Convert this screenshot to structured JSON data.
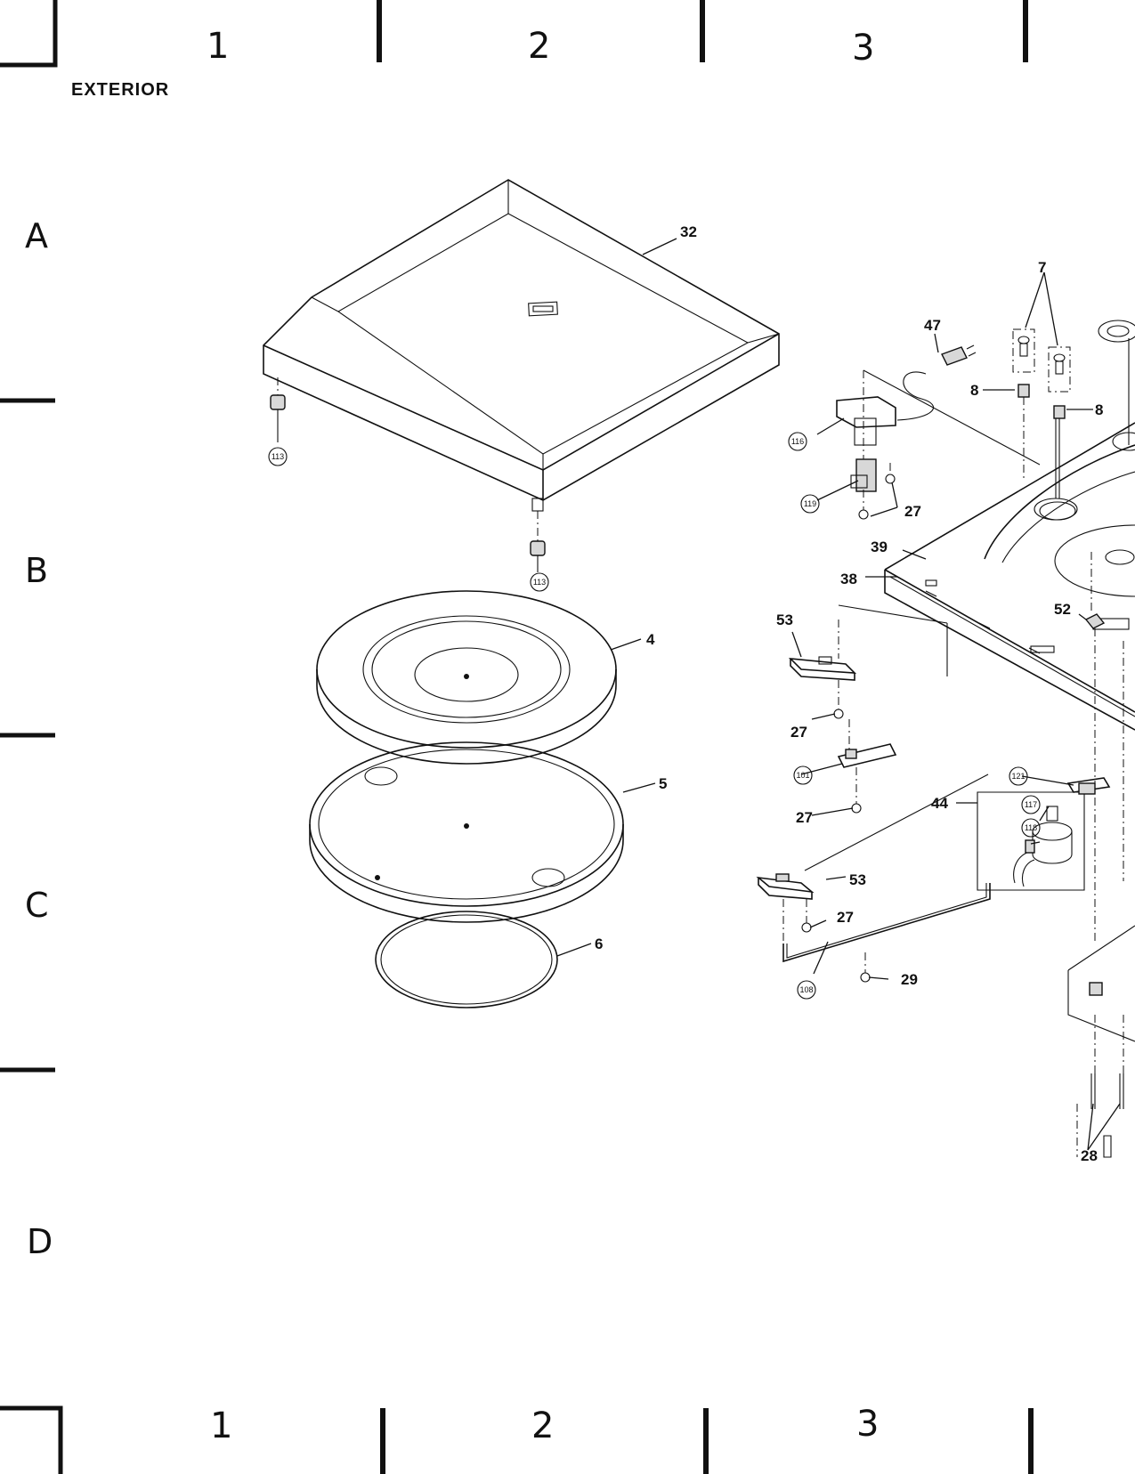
{
  "section_title": "EXTERIOR",
  "column_numbers_top": [
    "1",
    "2",
    "3"
  ],
  "column_numbers_bottom": [
    "1",
    "2",
    "3"
  ],
  "row_letters": [
    "A",
    "B",
    "C",
    "D"
  ],
  "part_labels": {
    "p32": "32",
    "p4": "4",
    "p5": "5",
    "p6": "6",
    "p7": "7",
    "p47": "47",
    "p8a": "8",
    "p8b": "8",
    "p27a": "27",
    "p39": "39",
    "p38": "38",
    "p53a": "53",
    "p52": "52",
    "p27b": "27",
    "p27c": "27",
    "p44": "44",
    "p53b": "53",
    "p27d": "27",
    "p29": "29",
    "p28": "28"
  },
  "circled_labels": {
    "c113a": "113",
    "c113b": "113",
    "c116": "116",
    "c119": "119",
    "c101": "101",
    "c121": "121",
    "c117": "117",
    "c118": "118",
    "c108": "108"
  }
}
